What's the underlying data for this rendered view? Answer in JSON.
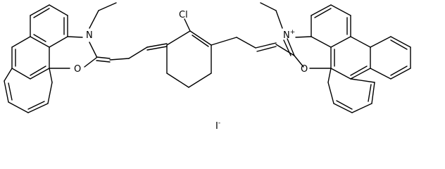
{
  "molecule": {
    "atom_labels": {
      "n_left": "N",
      "o_left": "O",
      "cl": "Cl",
      "n_right": "N",
      "n_right_charge": "+",
      "o_right": "O"
    },
    "counterion": {
      "symbol": "I",
      "charge": "-"
    }
  },
  "colors": {
    "bond": "#000000",
    "text": "#000000",
    "background": "#ffffff"
  }
}
